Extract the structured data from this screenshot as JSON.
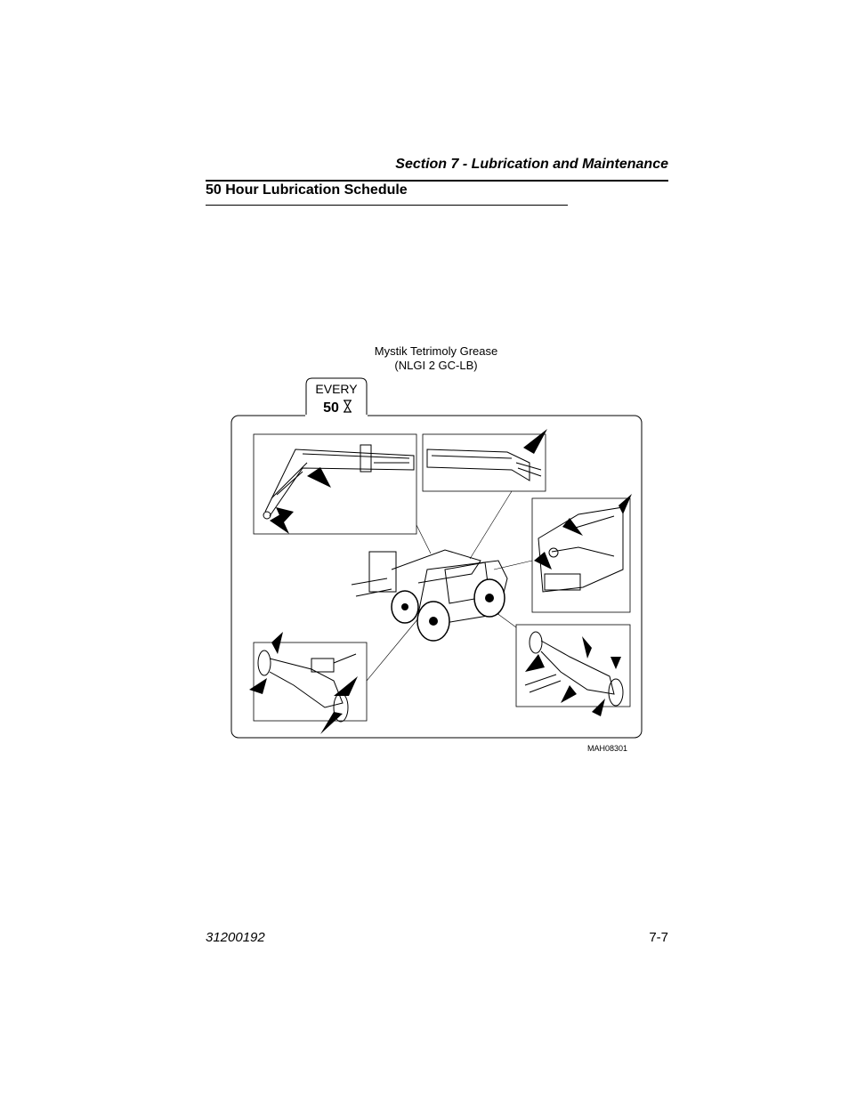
{
  "header": {
    "section_title": "Section 7 - Lubrication and Maintenance",
    "page_title": "50 Hour Lubrication Schedule"
  },
  "figure": {
    "caption_line1": "Mystik Tetrimoly Grease",
    "caption_line2": "(NLGI 2 GC-LB)",
    "interval_label": "EVERY",
    "interval_hours": "50",
    "interval_icon": "hourglass-icon",
    "figure_id": "MAH08301"
  },
  "footer": {
    "doc_number": "31200192",
    "page_number": "7-7"
  }
}
